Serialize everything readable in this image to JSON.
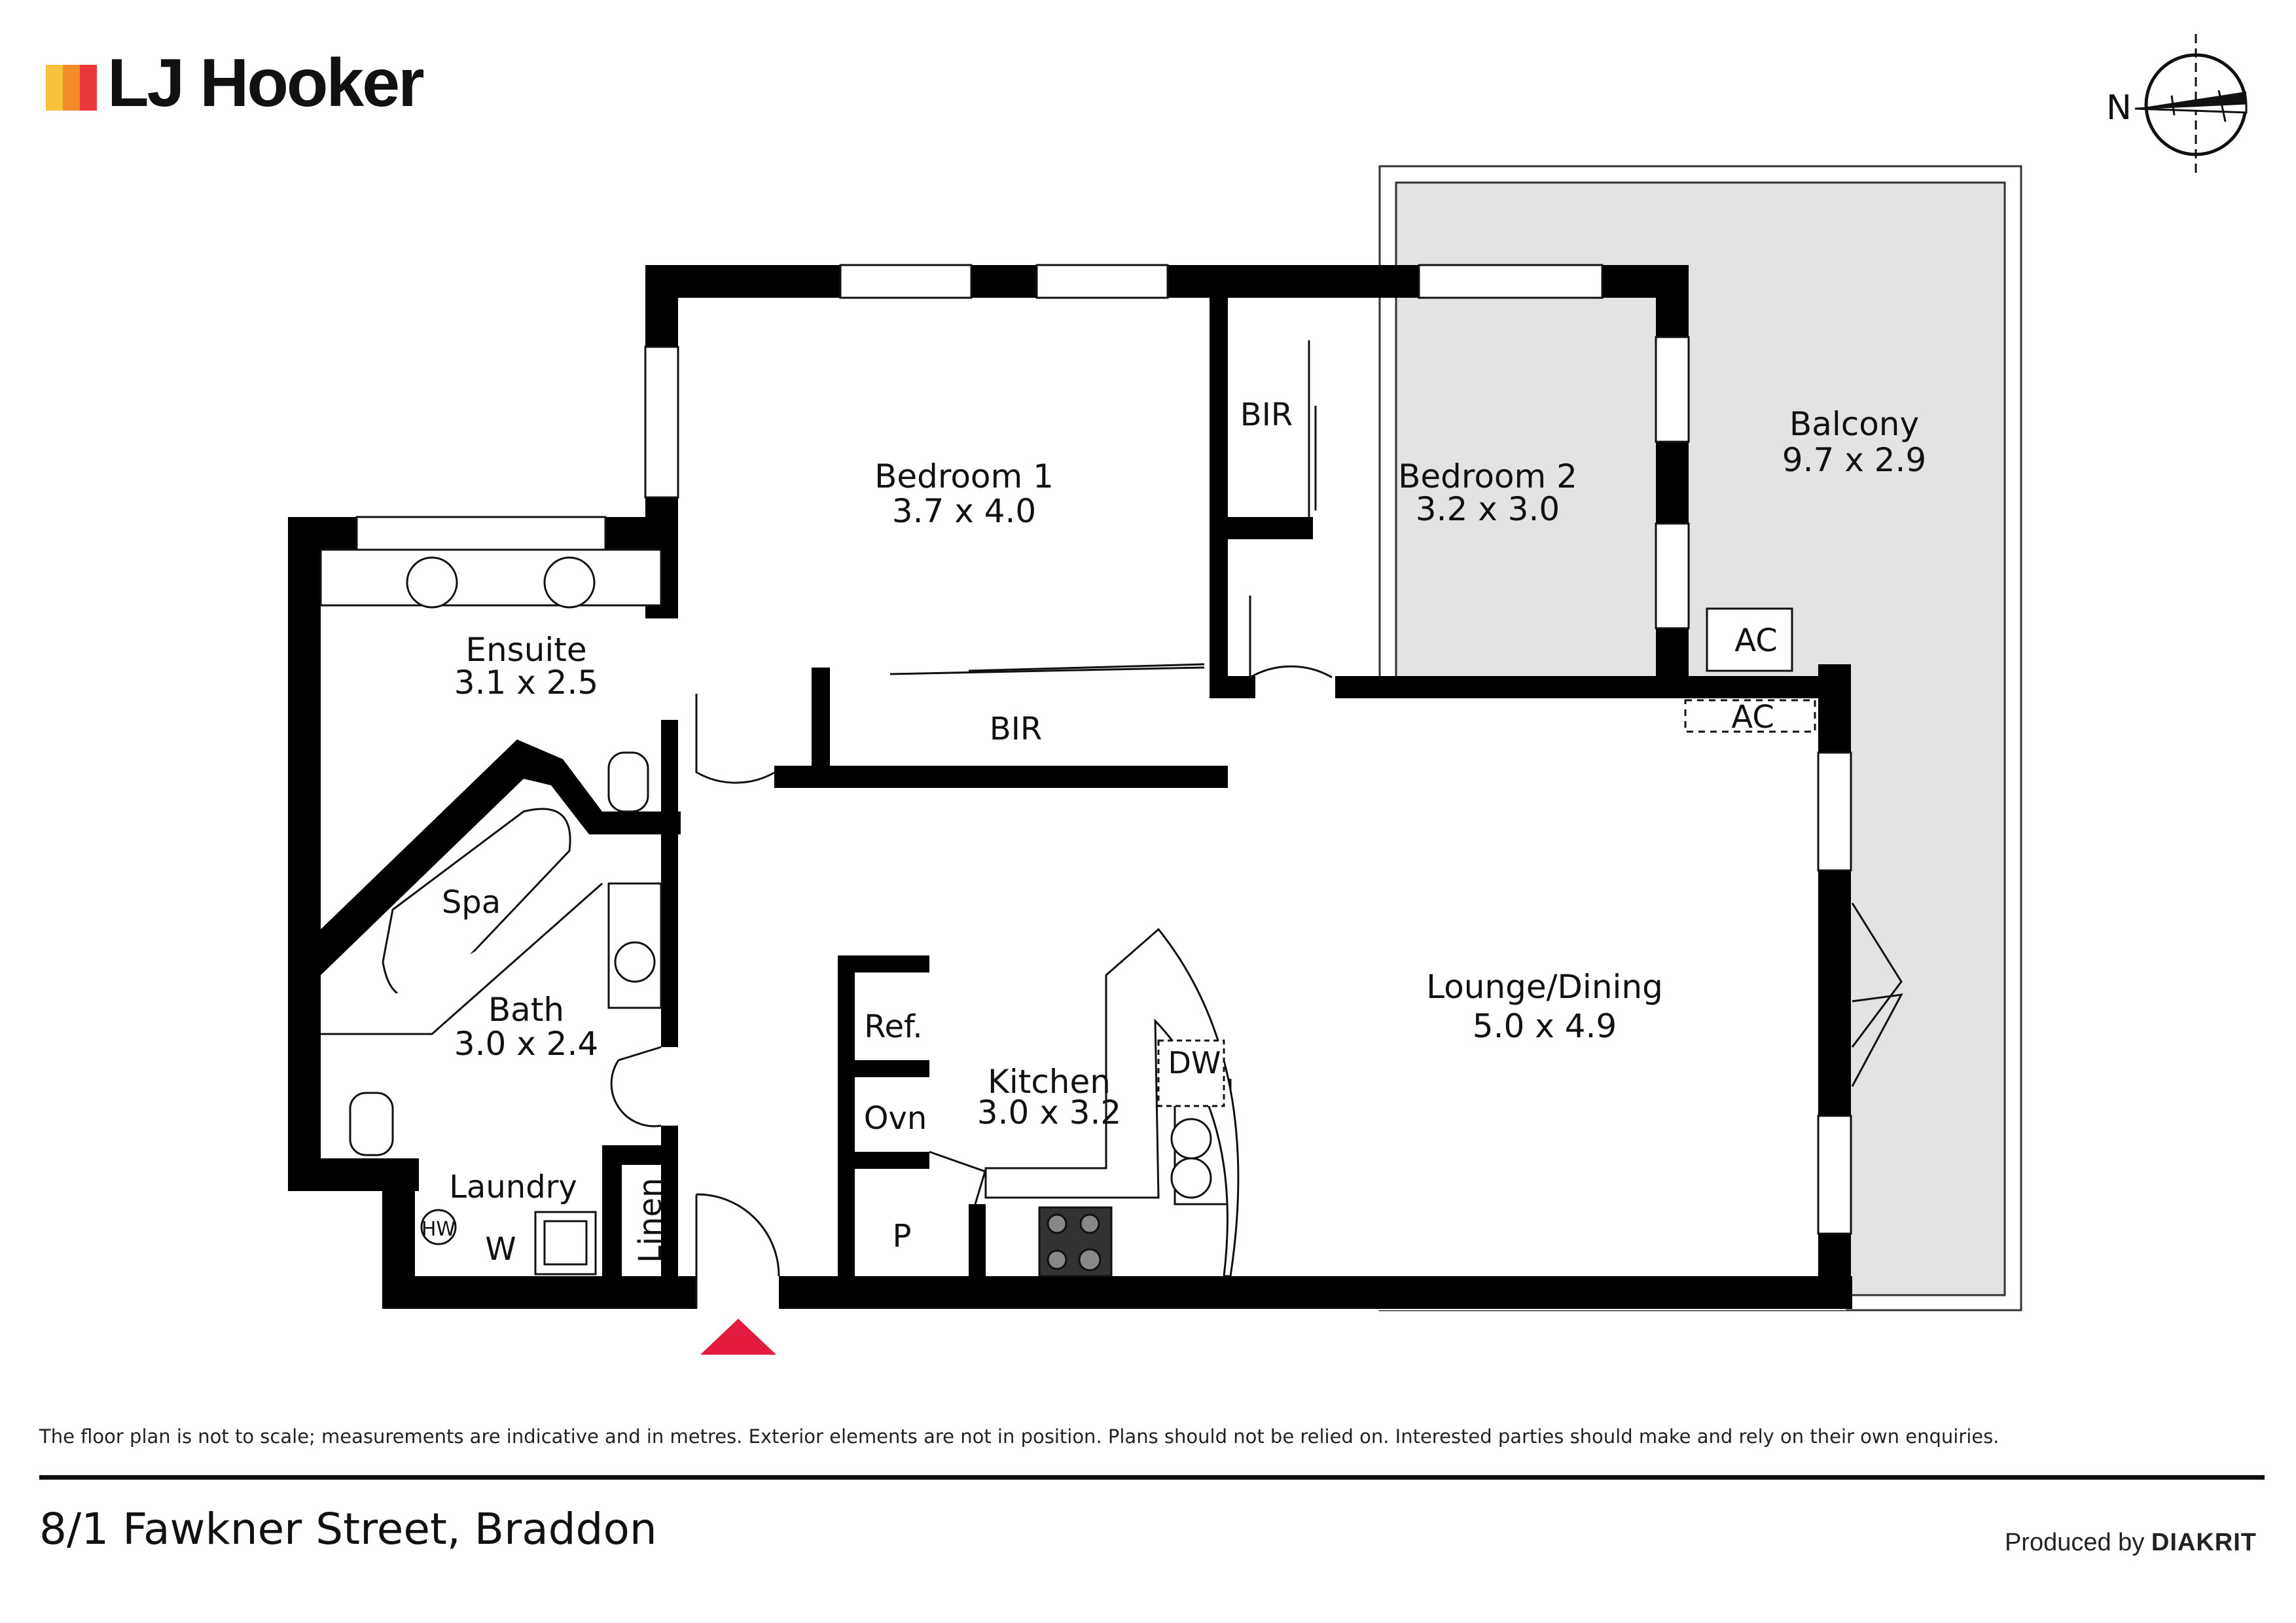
{
  "brand": {
    "name": "LJ Hooker",
    "bar_colors": [
      "#F7C23B",
      "#F28C28",
      "#E8383D"
    ]
  },
  "compass": {
    "label": "N"
  },
  "rooms": {
    "bedroom1": {
      "name": "Bedroom 1",
      "size": "3.7 x 4.0"
    },
    "bedroom2": {
      "name": "Bedroom 2",
      "size": "3.2 x 3.0"
    },
    "balcony": {
      "name": "Balcony",
      "size": "9.7 x 2.9"
    },
    "ensuite": {
      "name": "Ensuite",
      "size": "3.1 x 2.5"
    },
    "bath": {
      "name": "Bath",
      "size": "3.0 x 2.4"
    },
    "kitchen": {
      "name": "Kitchen",
      "size": "3.0 x 3.2"
    },
    "lounge": {
      "name": "Lounge/Dining",
      "size": "5.0 x 4.9"
    }
  },
  "fixtures": {
    "bir1": "BIR",
    "bir2": "BIR",
    "ac1": "AC",
    "ac2": "AC",
    "spa": "Spa",
    "laundry": "Laundry",
    "hw": "HW",
    "washer": "W",
    "linen": "Linen",
    "ref": "Ref.",
    "oven": "Ovn",
    "pantry": "P",
    "dishwasher": "DW"
  },
  "colors": {
    "wall": "#000000",
    "balcony_fill": "#e3e3e3",
    "entry_marker": "#e31b3f"
  },
  "footer": {
    "disclaimer": "The floor plan is not to scale; measurements are indicative and in metres. Exterior elements are not in position. Plans should not be relied on. Interested parties should make and rely on their own enquiries.",
    "address": "8/1 Fawkner Street, Braddon",
    "produced_prefix": "Produced by",
    "producer": "DIAKRIT"
  }
}
